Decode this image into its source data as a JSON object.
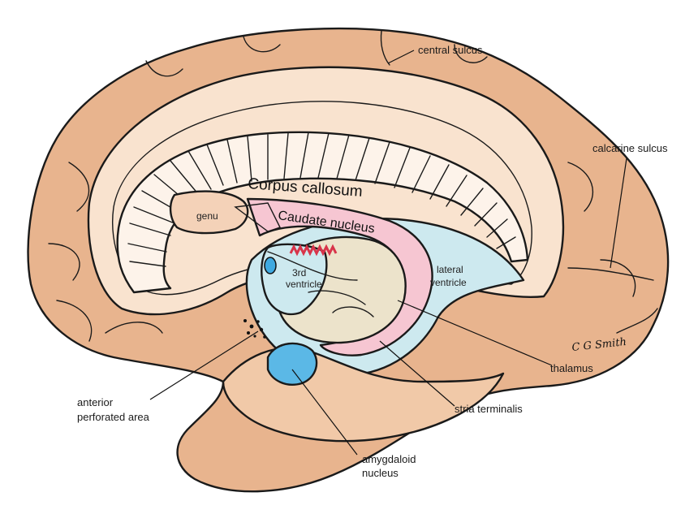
{
  "labels": {
    "central_sulcus": "central sulcus",
    "calcarine_sulcus": "calcarine sulcus",
    "corpus_callosum": "Corpus callosum",
    "genu": "genu",
    "caudate_nucleus": "Caudate nucleus",
    "third_ventricle_1": "3rd",
    "third_ventricle_2": "ventricle",
    "lateral_ventricle_1": "lateral",
    "lateral_ventricle_2": "ventricle",
    "thalamus": "thalamus",
    "anterior_perforated_area_1": "anterior",
    "anterior_perforated_area_2": "perforated area",
    "stria_terminalis": "stria terminalis",
    "amygdaloid_nucleus_1": "amygdaloid",
    "amygdaloid_nucleus_2": "nucleus"
  },
  "signature": "C G Smith",
  "colors": {
    "cortex": "#e8b48e",
    "cortex_inner": "#f9e3cf",
    "white_matter": "#fbeee2",
    "corpus_callosum": "#fdf3ea",
    "caudate": "#f6c6d2",
    "ventricle": "#cde9ef",
    "thalamus": "#ece3cb",
    "amygdala": "#5bb8e6",
    "blue_dot": "#3fa9e0",
    "red_vessels": "#d8344a"
  }
}
